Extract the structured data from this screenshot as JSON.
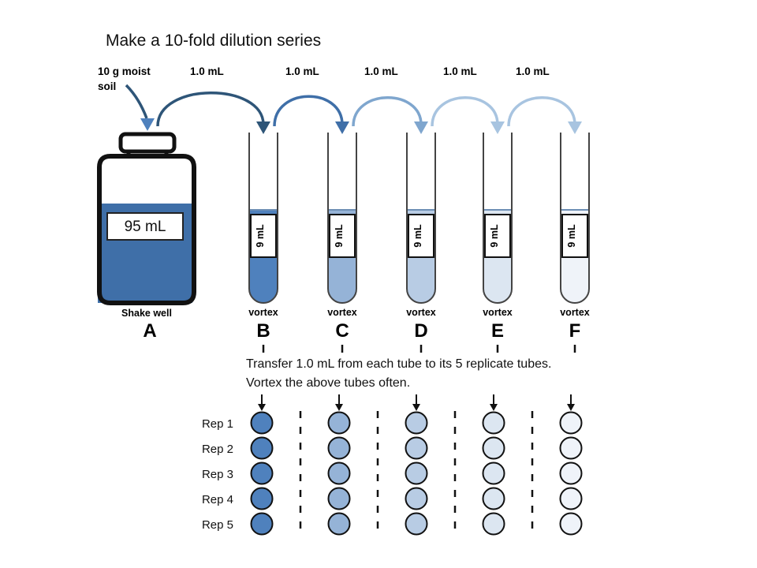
{
  "title": "Make a 10-fold dilution series",
  "source_label": [
    "10 g moist",
    "soil"
  ],
  "transfer_labels": [
    "1.0 mL",
    "1.0 mL",
    "1.0 mL",
    "1.0 mL",
    "1.0 mL"
  ],
  "bottle": {
    "volume_label": "95 mL",
    "action_label": "Shake well",
    "letter": "A",
    "fill_color": "#3F6FA8"
  },
  "tubes": [
    {
      "letter": "B",
      "volume_label": "9 mL",
      "action_label": "vortex",
      "fill_color": "#4F81BD"
    },
    {
      "letter": "C",
      "volume_label": "9 mL",
      "action_label": "vortex",
      "fill_color": "#95B3D7"
    },
    {
      "letter": "D",
      "volume_label": "9 mL",
      "action_label": "vortex",
      "fill_color": "#B8CCE4"
    },
    {
      "letter": "E",
      "volume_label": "9 mL",
      "action_label": "vortex",
      "fill_color": "#DCE6F1"
    },
    {
      "letter": "F",
      "volume_label": "9 mL",
      "action_label": "vortex",
      "fill_color": "#EFF3F9"
    }
  ],
  "instructions": [
    "Transfer 1.0 mL from each tube to its 5 replicate tubes.",
    "Vortex the above tubes often."
  ],
  "replicates": {
    "row_labels": [
      "Rep 1",
      "Rep 2",
      "Rep 3",
      "Rep 4",
      "Rep 5"
    ],
    "column_letters": [
      "B",
      "C",
      "D",
      "E",
      "F"
    ],
    "column_colors": [
      "#4F81BD",
      "#95B3D7",
      "#B8CCE4",
      "#DCE6F1",
      "#EFF3F9"
    ]
  },
  "arrow_colors": [
    "#2E5578",
    "#2E5578",
    "#3F6FA8",
    "#7FA6CE",
    "#A8C4E0",
    "#A8C4E0"
  ],
  "colors": {
    "outline": "#111111",
    "tube_outline": "#3C3C3C",
    "background": "#FFFFFF"
  }
}
